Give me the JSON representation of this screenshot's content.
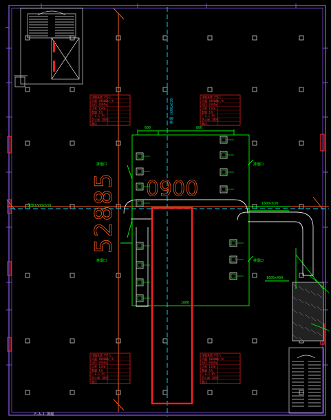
{
  "drawing": {
    "dimension_vertical": "52885",
    "dimension_horizontal": "0900",
    "axis_label_left": "风管1600x630",
    "axis_label_right": "1600x630",
    "duct_label_lower_right": "1600x400",
    "bottom_left_label": "F-A-1 排烟",
    "center_dim_top_left": "600",
    "center_dim_top_right": "800",
    "center_dim_bottom": "1600",
    "center_v_label": "排烟 1600x630",
    "eq_label_tl": "排烟口",
    "eq_label_tr": "排烟口",
    "eq_label_bl": "排烟口",
    "eq_label_br": "排烟口",
    "red_table_lines": [
      "排烟系统 PY-1",
      "风量 48000m³/h",
      "风压 650Pa",
      "功率 15kW",
      "数量 1台",
      "F-A-1-PY",
      "防火阀 280℃",
      "备注"
    ],
    "colors": {
      "background": "#000000",
      "wall": "#7b4fd6",
      "grid_cyan": "#00d0ff",
      "axis_orange": "#ff5a1a",
      "duct_green": "#00ff00",
      "duct_white": "#e8e8e8",
      "highlight_red": "#ff2020",
      "red_text": "#ff3030",
      "stair_white": "#d9d9d9"
    }
  }
}
